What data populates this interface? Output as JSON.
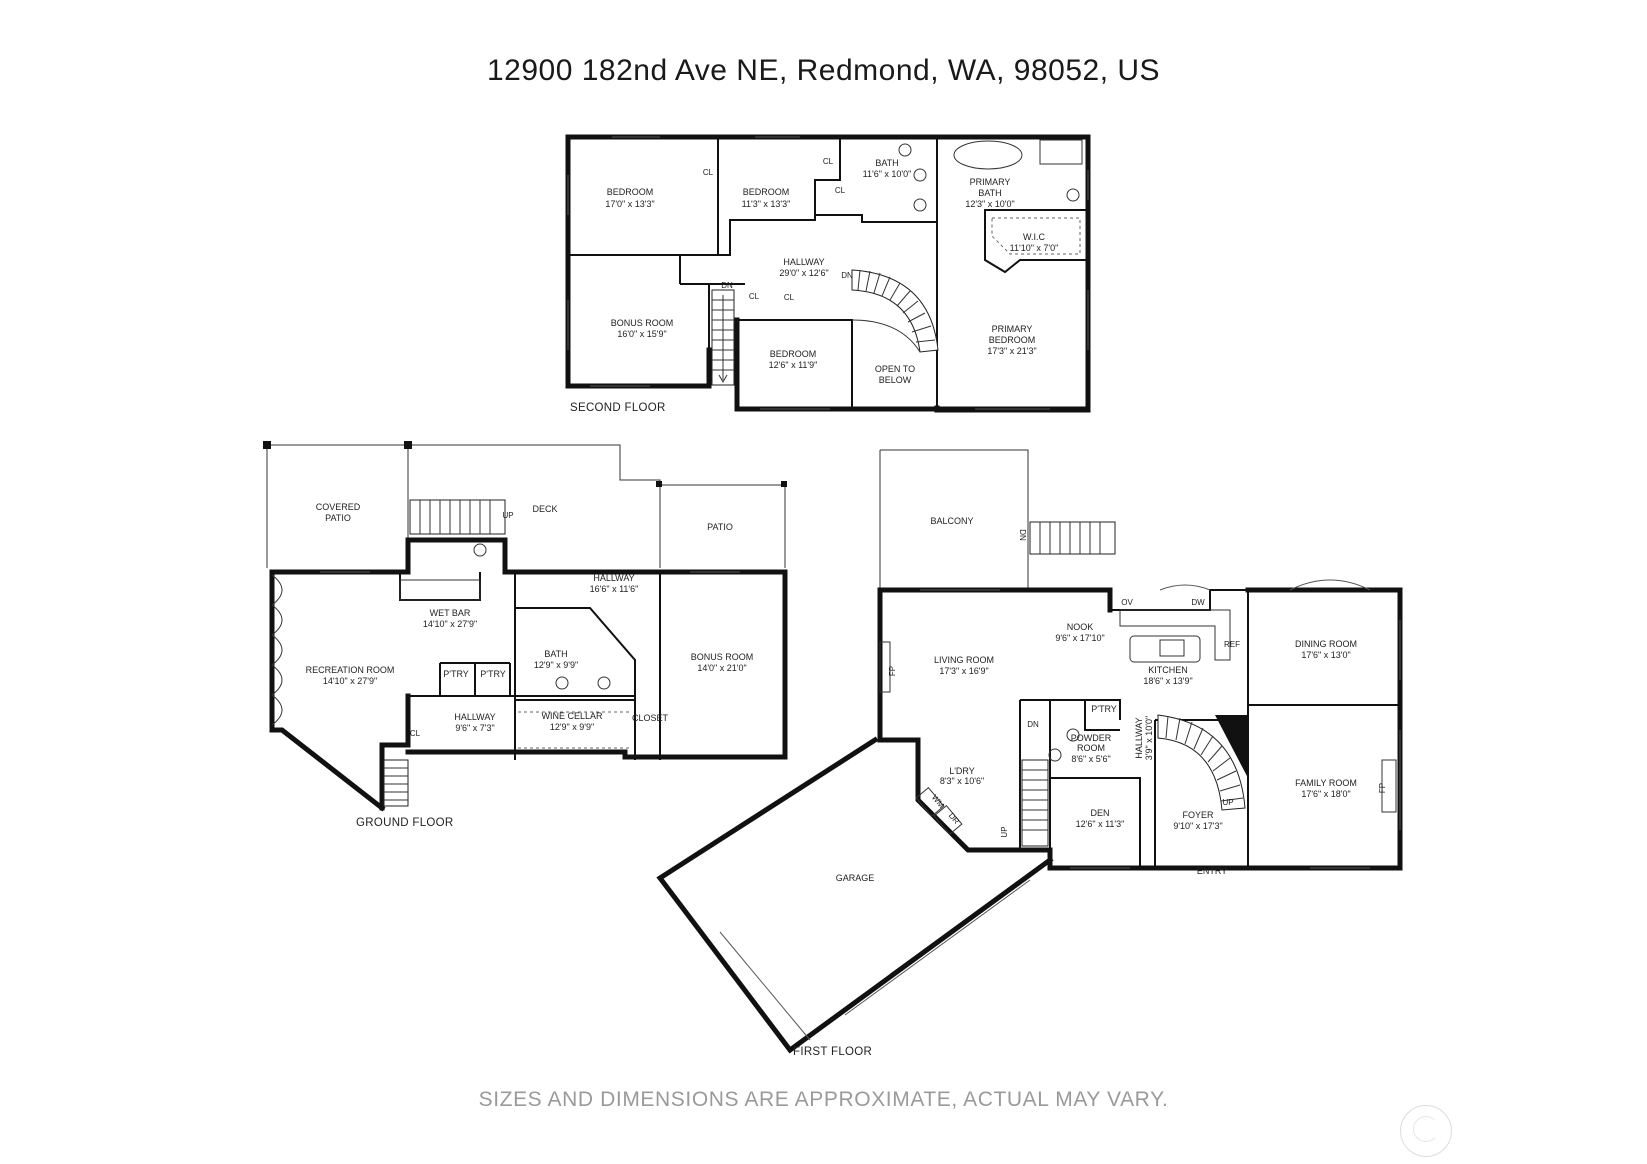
{
  "title": "12900 182nd Ave NE, Redmond, WA, 98052, US",
  "disclaimer": "SIZES AND DIMENSIONS ARE APPROXIMATE, ACTUAL MAY VARY.",
  "second_floor": {
    "label": "SECOND FLOOR",
    "rooms": {
      "bedroom1": {
        "name": "BEDROOM",
        "size": "17'0\" x 13'3\""
      },
      "bedroom2": {
        "name": "BEDROOM",
        "size": "11'3\" x 13'3\""
      },
      "bath": {
        "name": "BATH",
        "size": "11'6\" x 10'0\""
      },
      "primary_bath": {
        "name1": "PRIMARY",
        "name2": "BATH",
        "size": "12'3\" x 10'0\""
      },
      "wic": {
        "name": "W.I.C",
        "size": "11'10\" x 7'0\""
      },
      "hallway": {
        "name": "HALLWAY",
        "size": "29'0\" x 12'6\""
      },
      "bonus_room": {
        "name": "BONUS ROOM",
        "size": "16'0\" x 15'9\""
      },
      "bedroom3": {
        "name": "BEDROOM",
        "size": "12'6\" x 11'9\""
      },
      "open_to_below": {
        "name1": "OPEN TO",
        "name2": "BELOW"
      },
      "primary_bedroom": {
        "name1": "PRIMARY",
        "name2": "BEDROOM",
        "size": "17'3\" x 21'3\""
      }
    },
    "marks": {
      "cl": "CL",
      "dn": "DN"
    }
  },
  "ground_floor": {
    "label": "GROUND FLOOR",
    "rooms": {
      "covered_patio": {
        "name1": "COVERED",
        "name2": "PATIO"
      },
      "deck": {
        "name": "DECK"
      },
      "patio": {
        "name": "PATIO"
      },
      "wet_bar": {
        "name": "WET BAR",
        "size": "14'10\" x 27'9\""
      },
      "hallway1": {
        "name": "HALLWAY",
        "size": "16'6\" x 11'6\""
      },
      "bonus_room": {
        "name": "BONUS ROOM",
        "size": "14'0\" x 21'0\""
      },
      "recreation_room": {
        "name": "RECREATION ROOM",
        "size": "14'10\" x 27'9\""
      },
      "bath": {
        "name": "BATH",
        "size": "12'9\" x 9'9\""
      },
      "ptry1": {
        "name": "P'TRY"
      },
      "ptry2": {
        "name": "P'TRY"
      },
      "hallway2": {
        "name": "HALLWAY",
        "size": "9'6\" x 7'3\""
      },
      "wine_cellar": {
        "name": "WINE CELLAR",
        "size": "12'9\" x 9'9\""
      },
      "closet": {
        "name": "CLOSET"
      }
    },
    "marks": {
      "cl": "CL",
      "up": "UP"
    }
  },
  "first_floor": {
    "label": "FIRST FLOOR",
    "rooms": {
      "balcony": {
        "name": "BALCONY"
      },
      "nook": {
        "name": "NOOK",
        "size": "9'6\" x 17'10\""
      },
      "living_room": {
        "name": "LIVING ROOM",
        "size": "17'3\" x 16'9\""
      },
      "kitchen": {
        "name": "KITCHEN",
        "size": "18'6\" x 13'9\""
      },
      "dining_room": {
        "name": "DINING ROOM",
        "size": "17'6\" x 13'0\""
      },
      "ptry": {
        "name": "P'TRY"
      },
      "powder_room": {
        "name1": "POWDER",
        "name2": "ROOM",
        "size": "8'6\" x 5'6\""
      },
      "hallway": {
        "name": "HALLWAY",
        "size": "3'9\" x 10'0\""
      },
      "laundry": {
        "name": "L'DRY",
        "size": "8'3\" x 10'6\""
      },
      "family_room": {
        "name": "FAMILY ROOM",
        "size": "17'6\" x 18'0\""
      },
      "den": {
        "name": "DEN",
        "size": "12'6\" x 11'3\""
      },
      "foyer": {
        "name": "FOYER",
        "size": "9'10\" x 17'3\""
      },
      "garage": {
        "name": "GARAGE"
      },
      "entry": {
        "name": "ENTRY"
      }
    },
    "marks": {
      "fp": "FP",
      "ov": "OV",
      "dw": "DW",
      "ref": "REF",
      "dn": "DN",
      "up": "UP",
      "wm": "WM",
      "dr": "DR"
    }
  }
}
